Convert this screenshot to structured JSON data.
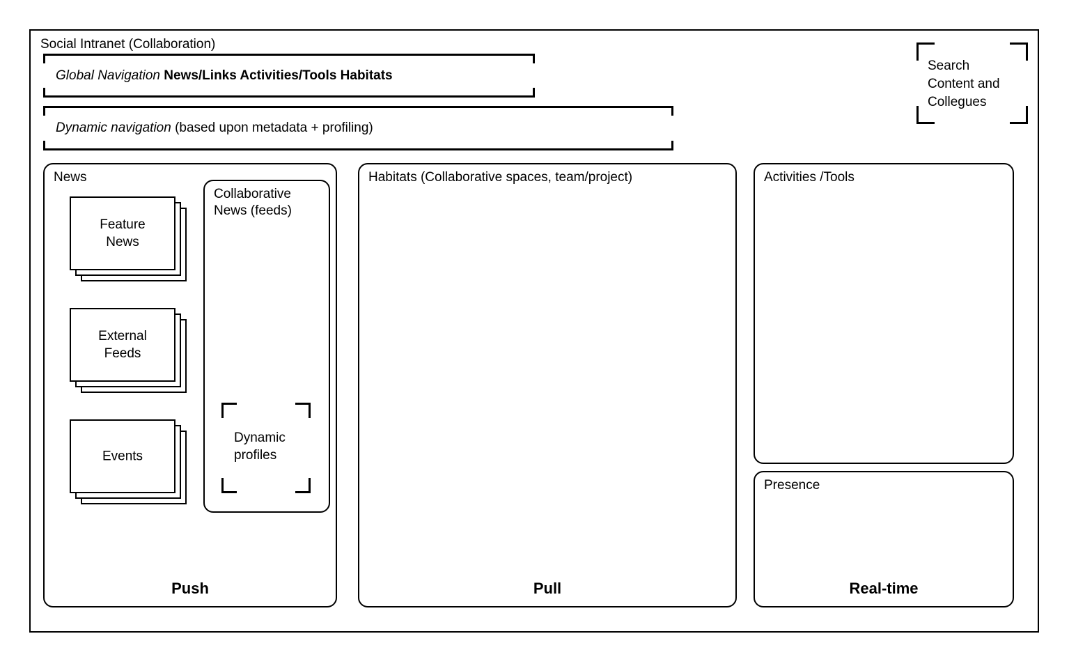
{
  "diagram": {
    "title": "Social Intranet (Collaboration)",
    "navigation": {
      "global": {
        "label": "Global Navigation",
        "items": "News/Links Activities/Tools Habitats"
      },
      "dynamic": {
        "label": "Dynamic navigation",
        "detail": "(based upon metadata + profiling)"
      }
    },
    "search": {
      "text": "Search\nContent and\nCollegues"
    },
    "columns": {
      "push": {
        "title": "News",
        "footer": "Push",
        "cards": [
          {
            "label": "Feature\nNews"
          },
          {
            "label": "External\nFeeds"
          },
          {
            "label": "Events"
          }
        ],
        "collaborative_news": {
          "title": "Collaborative\nNews (feeds)",
          "dynamic_profiles": "Dynamic\nprofiles"
        }
      },
      "pull": {
        "title": "Habitats (Collaborative spaces, team/project)",
        "footer": "Pull"
      },
      "realtime": {
        "activities_title": "Activities /Tools",
        "presence_title": "Presence",
        "footer": "Real-time"
      }
    }
  }
}
